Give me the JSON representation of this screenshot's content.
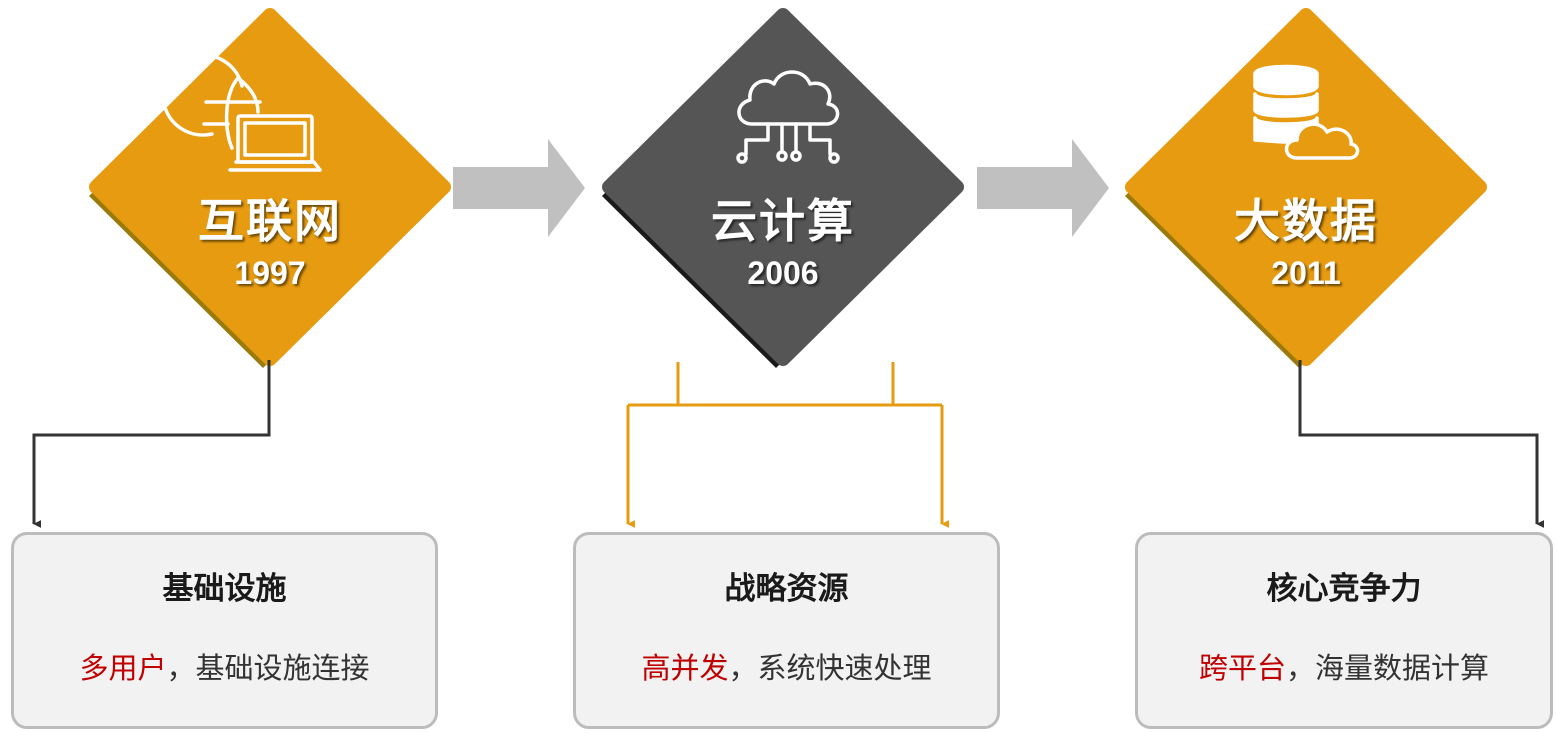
{
  "colors": {
    "orange": "#e69b10",
    "orange_shadow": "#9a7a0a",
    "dark": "#555555",
    "dark_shadow": "#1a1a1a",
    "arrow_gray": "#c0c0c0",
    "connector_dark": "#333333",
    "connector_orange": "#e69b10",
    "highlight_red": "#c00000"
  },
  "stages": [
    {
      "title": "互联网",
      "year": "1997",
      "icon": "globe-laptop-icon",
      "theme": "orange"
    },
    {
      "title": "云计算",
      "year": "2006",
      "icon": "cloud-network-icon",
      "theme": "dark"
    },
    {
      "title": "大数据",
      "year": "2011",
      "icon": "database-cloud-icon",
      "theme": "orange"
    }
  ],
  "cards": [
    {
      "title": "基础设施",
      "highlight": "多用户",
      "separator": "，",
      "rest": "基础设施连接"
    },
    {
      "title": "战略资源",
      "highlight": "高并发",
      "separator": "，",
      "rest": "系统快速处理"
    },
    {
      "title": "核心竞争力",
      "highlight": "跨平台",
      "separator": "，",
      "rest": "海量数据计算"
    }
  ]
}
